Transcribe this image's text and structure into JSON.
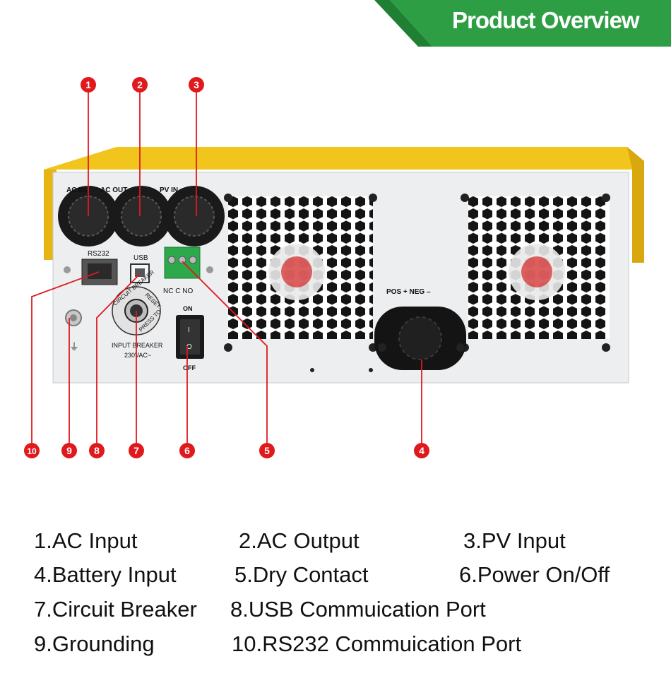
{
  "header": {
    "title": "Product Overview",
    "color": "#2e9e44"
  },
  "device": {
    "body_color": "#eceef0",
    "lid_color": "#f2c51d",
    "port_labels": {
      "ac_in": "AC IN",
      "ac_out": "AC OUT",
      "pv_in": "PV IN",
      "rs232": "RS232",
      "usb": "USB",
      "dry_contact": "NC C NO",
      "on": "ON",
      "off": "OFF",
      "power_on": "I",
      "power_off": "O",
      "battery": "POS +  NEG –",
      "breaker": "INPUT BREAKER",
      "breaker_rating": "230VAC~",
      "breaker_ring_top": "CIRCUIT BREAKER",
      "breaker_ring_right": "RESET",
      "breaker_ring_bottom": "PRESS TO",
      "ground_symbol": "⏚"
    }
  },
  "callouts": [
    {
      "n": "1"
    },
    {
      "n": "2"
    },
    {
      "n": "3"
    },
    {
      "n": "4"
    },
    {
      "n": "5"
    },
    {
      "n": "6"
    },
    {
      "n": "7"
    },
    {
      "n": "8"
    },
    {
      "n": "9"
    },
    {
      "n": "10"
    }
  ],
  "callout_color": "#e0191d",
  "legend": [
    {
      "text": "1.AC Input"
    },
    {
      "text": "2.AC Output"
    },
    {
      "text": "3.PV Input"
    },
    {
      "text": "4.Battery Input"
    },
    {
      "text": "5.Dry Contact"
    },
    {
      "text": "6.Power On/Off"
    },
    {
      "text": "7.Circuit Breaker"
    },
    {
      "text": "8.USB Commuication Port"
    },
    {
      "text": "9.Grounding"
    },
    {
      "text": "10.RS232 Commuication Port"
    }
  ]
}
